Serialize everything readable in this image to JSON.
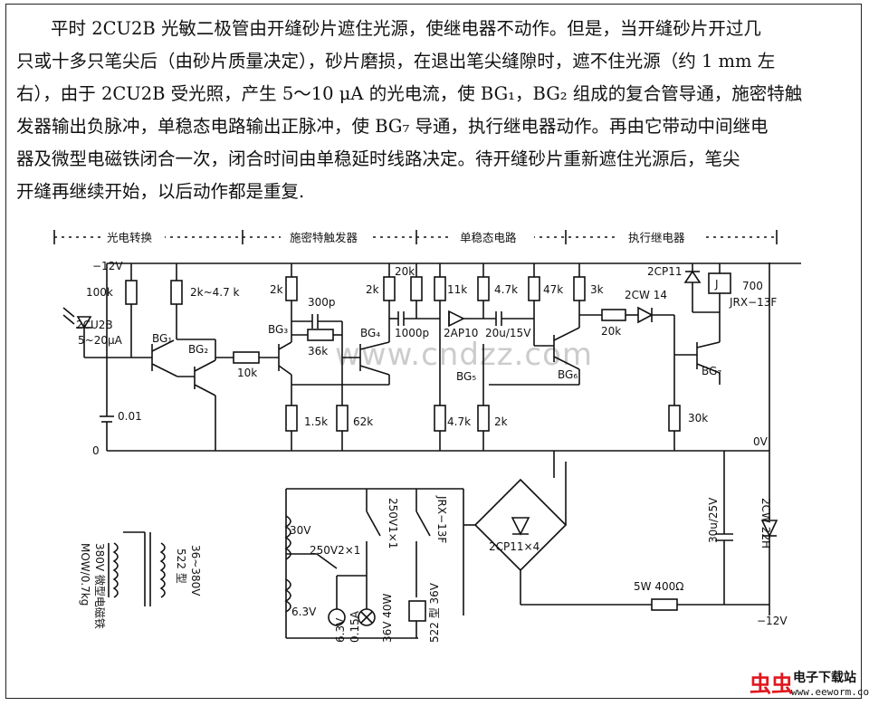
{
  "paragraph": [
    "平时 2CU2B 光敏二极管由开缝砂片遮住光源，使继电器不动作。但是，当开缝砂片开过几",
    "只或十多只笔尖后（由砂片质量决定），砂片磨损，在退出笔尖缝隙时，遮不住光源（约 1 mm 左",
    "右），由于 2CU2B 受光照，产生 5～10 μA 的光电流，使 BG₁，BG₂ 组成的复合管导通，施密特触",
    "发器输出负脉冲，单稳态电路输出正脉冲，使 BG₇ 导通，执行继电器动作。再由它带动中间继电",
    "器及微型电磁铁闭合一次，闭合时间由单稳延时线路决定。待开缝砂片重新遮住光源后，笔尖",
    "开缝再继续开始，以后动作都是重复."
  ],
  "sections": {
    "s1": "光电转换",
    "s2": "施密特触发器",
    "s3": "单稳态电路",
    "s4": "执行继电器"
  },
  "labels": {
    "neg12_top": "−12V",
    "r100k": "100k",
    "r2k47k": "2k~4.7 k",
    "r2k_a": "2k",
    "c300p": "300p",
    "r36k": "36k",
    "r2k_b": "2k",
    "r20k_top": "20k",
    "r11k": "11k",
    "r47k_a": "4.7k",
    "r47k": "47k",
    "r3k": "3k",
    "d2cp11_top": "2CP11",
    "relay_j": "J",
    "relay_700": "700",
    "jrx13f": "JRX−13F",
    "d2cw14": "2CW 14",
    "pd_name": "2CU2B",
    "pd_range": "5~20μA",
    "bg1": "BG₁",
    "bg2": "BG₂",
    "r10k": "10k",
    "bg3": "BG₃",
    "bg4": "BG₄",
    "c1000p": "1000p",
    "d2ap10": "2AP10",
    "c20u": "20u/15V",
    "r20k_mid": "20k",
    "bg5": "BG₅",
    "bg6": "BG₆",
    "bg7": "BG₇",
    "c001": "0.01",
    "zero": "0",
    "r15k": "1.5k",
    "r62k": "62k",
    "r47k_b": "4.7k",
    "r2k_c": "2k",
    "r30k": "30k",
    "v0": "0V",
    "v30": "30V",
    "sw250v2": "250V2×1",
    "sw250v1": "250V1×1",
    "jrx13f_b": "JRX−13F",
    "v63": "6.3V",
    "fuse": "0.15A",
    "lamp63": "6.3V",
    "lamp": "36V 40W",
    "relay522": "522 型 36V",
    "mag_a": "MOW/0.7kg",
    "mag_b": "380V 微型电磁铁",
    "trans_a": "522 型",
    "trans_b": "36~380V",
    "bridge": "2CP11×4",
    "c30u": "30u/25V",
    "z22h": "2CW 22H",
    "res5w": "5W 400Ω",
    "neg12_bot": "−12V"
  },
  "watermark": "www.cndzz.com",
  "logo": {
    "cn": "虫虫",
    "sub": "电子下载站",
    "url": "www.eeworm.com"
  }
}
